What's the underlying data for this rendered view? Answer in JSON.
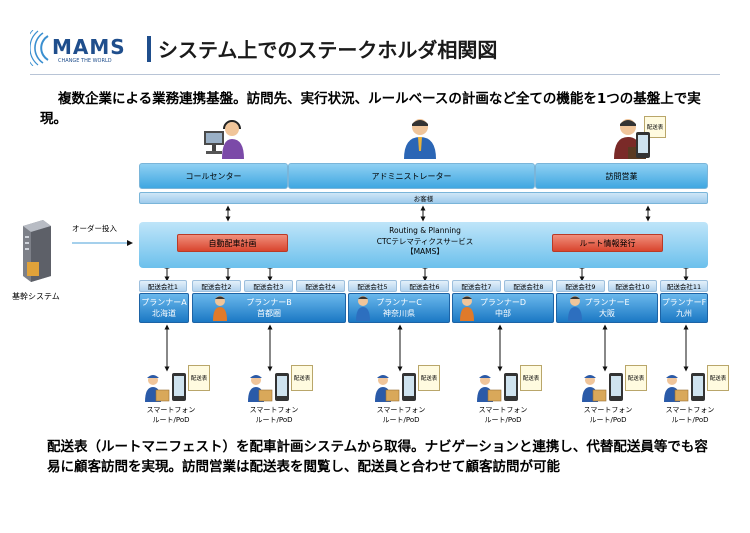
{
  "header": {
    "logo_text": "MAMS",
    "logo_tagline": "CHANGE THE WORLD",
    "title": "システム上でのステークホルダ相関図"
  },
  "intro": "複数企業による業務連携基盤。訪問先、実行状況、ルールベースの計画など全ての機能を1つの基盤上で実現。",
  "roles": [
    "コールセンター",
    "アドミニストレーター",
    "訪問営業"
  ],
  "sales_doc_label": "配送表",
  "customer_bar": "お客様",
  "platform": {
    "line1": "Routing & Planning",
    "line2": "CTCテレマティクスサービス",
    "line3": "【MAMS】",
    "auto_dispatch": "自動配車計画",
    "route_issue": "ルート情報発行"
  },
  "left_system": {
    "order_label": "オーダー投入",
    "server_label": "基幹システム"
  },
  "companies": [
    "配送会社1",
    "配送会社2",
    "配送会社3",
    "配送会社4",
    "配送会社5",
    "配送会社6",
    "配送会社7",
    "配送会社8",
    "配送会社9",
    "配送会社10",
    "配送会社11"
  ],
  "planners": [
    {
      "name": "プランナーA",
      "region": "北海道"
    },
    {
      "name": "プランナーB",
      "region": "首都圏"
    },
    {
      "name": "プランナーC",
      "region": "神奈川県"
    },
    {
      "name": "プランナーD",
      "region": "中部"
    },
    {
      "name": "プランナーE",
      "region": "大阪"
    },
    {
      "name": "プランナーF",
      "region": "九州"
    }
  ],
  "driver_doc_label": "配送表",
  "driver_label_line1": "スマートフォン",
  "driver_label_line2": "ルート/PoD",
  "outro": "配送表（ルートマニフェスト）を配車計画システムから取得。ナビゲーションと連携し、代替配送員等でも容易に顧客訪問を実現。訪問営業は配送表を閲覧し、配送員と合わせて顧客訪問が可能",
  "colors": {
    "accent": "#1f4e8c",
    "role_box": "#3fa7e1",
    "planner_box": "#1b78c4",
    "red_button": "#d9452e"
  }
}
